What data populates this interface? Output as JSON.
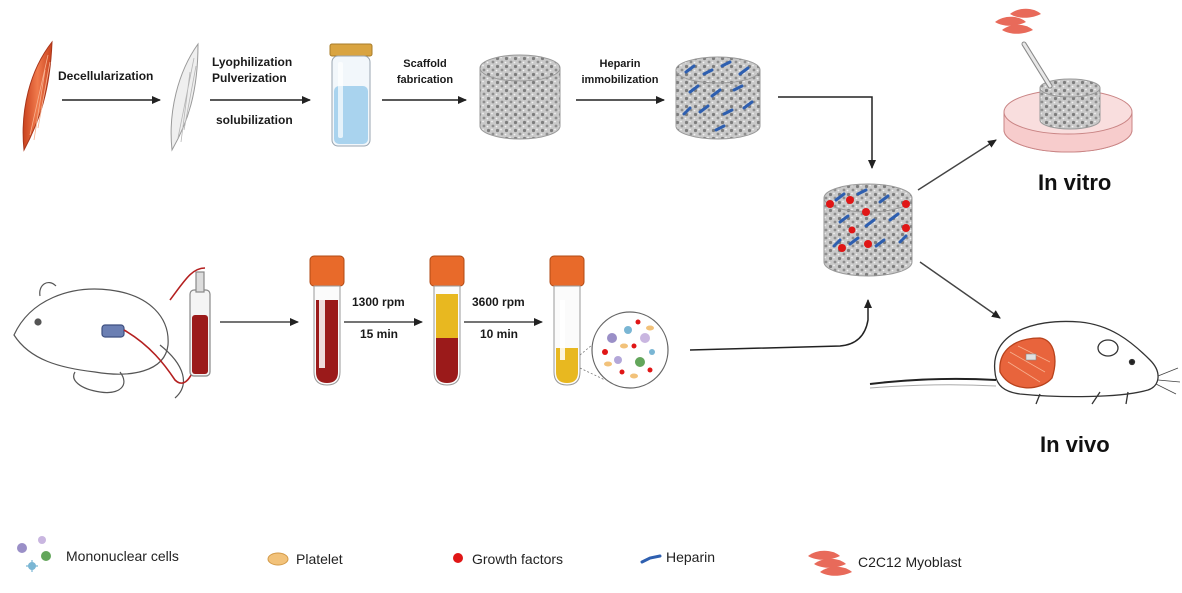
{
  "steps": {
    "decell": "Decellularization",
    "lyo": "Lyophilization",
    "pulv": "Pulverization",
    "solub": "solubilization",
    "scaffold1": "Scaffold",
    "scaffold2": "fabrication",
    "heparin1": "Heparin",
    "heparin2": "immobilization",
    "spin1_rpm": "1300 rpm",
    "spin1_time": "15 min",
    "spin2_rpm": "3600 rpm",
    "spin2_time": "10 min"
  },
  "outcomes": {
    "in_vitro": "In vitro",
    "in_vivo": "In vivo"
  },
  "legend": [
    {
      "icon": "mononuclear-cells-icon",
      "label": "Mononuclear cells"
    },
    {
      "icon": "platelet-icon",
      "label": "Platelet"
    },
    {
      "icon": "growth-factor-icon",
      "label": "Growth factors"
    },
    {
      "icon": "heparin-icon",
      "label": "Heparin"
    },
    {
      "icon": "myoblast-icon",
      "label": "C2C12 Myoblast"
    }
  ],
  "colors": {
    "muscle": "#e8643c",
    "blood": "#9b1a1a",
    "plasma": "#e8b820",
    "cap": "#e86a2a",
    "heparin": "#2e5fb0",
    "growth": "#e01616",
    "scaffold": "#b8b8b8"
  }
}
